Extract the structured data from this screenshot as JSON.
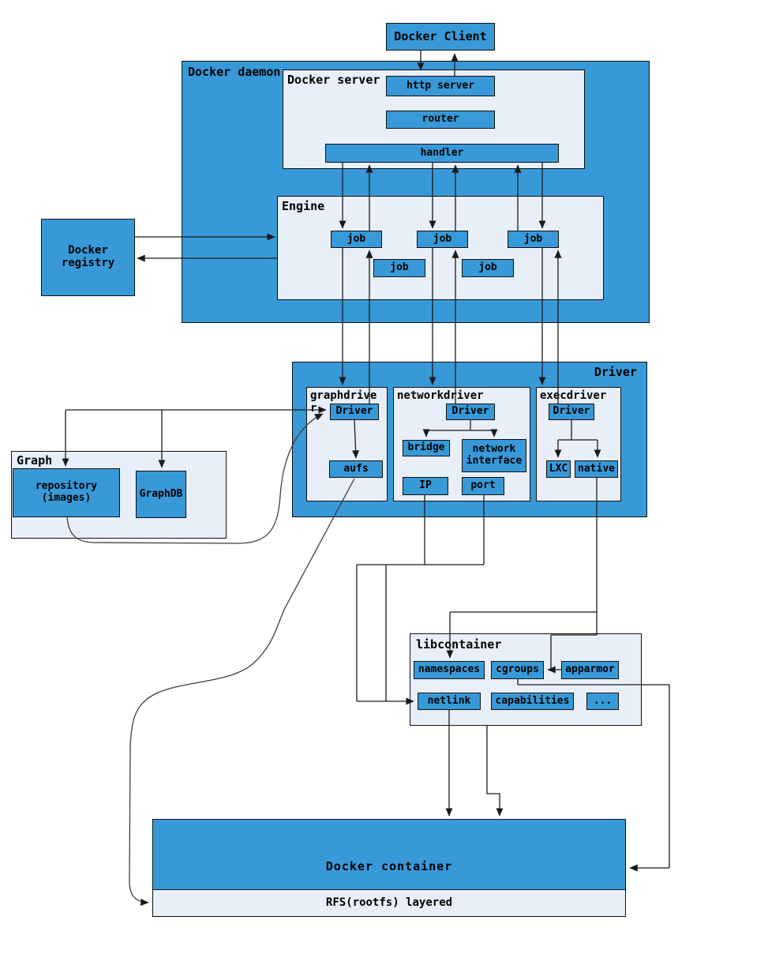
{
  "labels": {
    "client": "Docker Client",
    "daemon": "Docker daemon",
    "server": "Docker server",
    "http_server": "http server",
    "router": "router",
    "handler": "handler",
    "engine": "Engine",
    "job": "job",
    "registry": "Docker\nregistry",
    "driver_section": "Driver",
    "graphdriver": "graphdriver",
    "driver_inner": "Driver",
    "aufs": "aufs",
    "networkdriver": "networkdriver",
    "bridge": "bridge",
    "network_interface": "network\ninterface",
    "ip": "IP",
    "port": "port",
    "execdriver": "execdriver",
    "lxc": "LXC",
    "native": "native",
    "graph": "Graph",
    "repository": "repository\n(images)",
    "graphdb": "GraphDB",
    "libcontainer": "libcontainer",
    "namespaces": "namespaces",
    "cgroups": "cgroups",
    "apparmor": "apparmor",
    "netlink": "netlink",
    "capabilities": "capabilities",
    "ellipsis": "...",
    "container": "Docker container",
    "rfs": "RFS(rootfs) layered"
  },
  "colors": {
    "node_blue": "#3899d8",
    "panel_light": "#e9eff8",
    "border": "#101010",
    "connector": "#1a1a1a",
    "background": "#ffffff"
  }
}
